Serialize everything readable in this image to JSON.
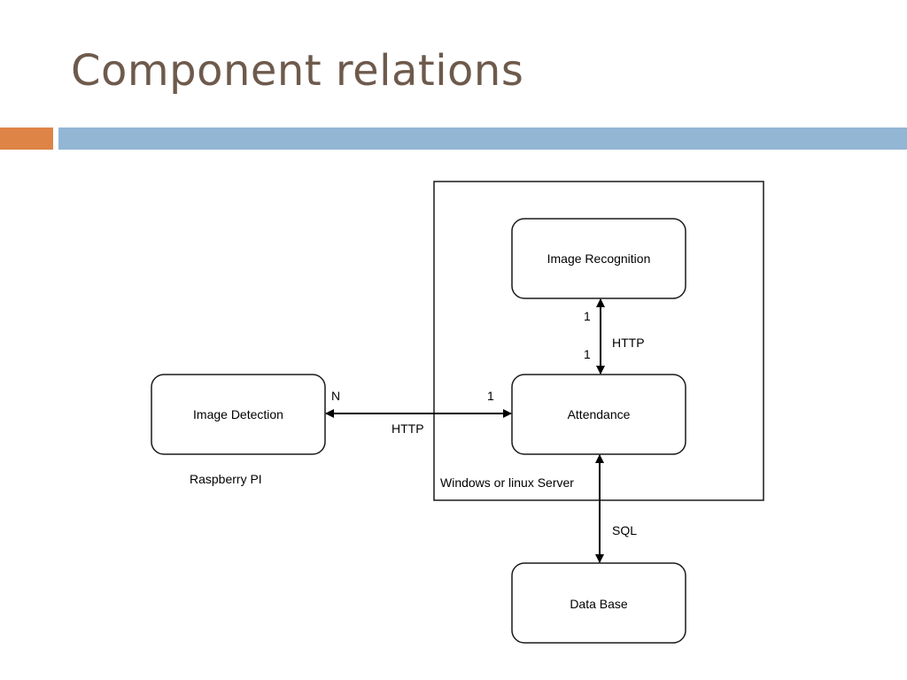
{
  "slide": {
    "title": "Component relations"
  },
  "diagram": {
    "server_label": "Windows or linux Server",
    "raspberry_label": "Raspberry PI",
    "nodes": {
      "image_detection": "Image Detection",
      "image_recognition": "Image Recognition",
      "attendance": "Attendance",
      "database": "Data Base"
    },
    "edges": {
      "detection_attendance": {
        "protocol": "HTTP",
        "source_mult": "N",
        "target_mult": "1"
      },
      "recognition_attendance": {
        "protocol": "HTTP",
        "source_mult": "1",
        "target_mult": "1"
      },
      "attendance_database": {
        "protocol": "SQL"
      }
    }
  }
}
